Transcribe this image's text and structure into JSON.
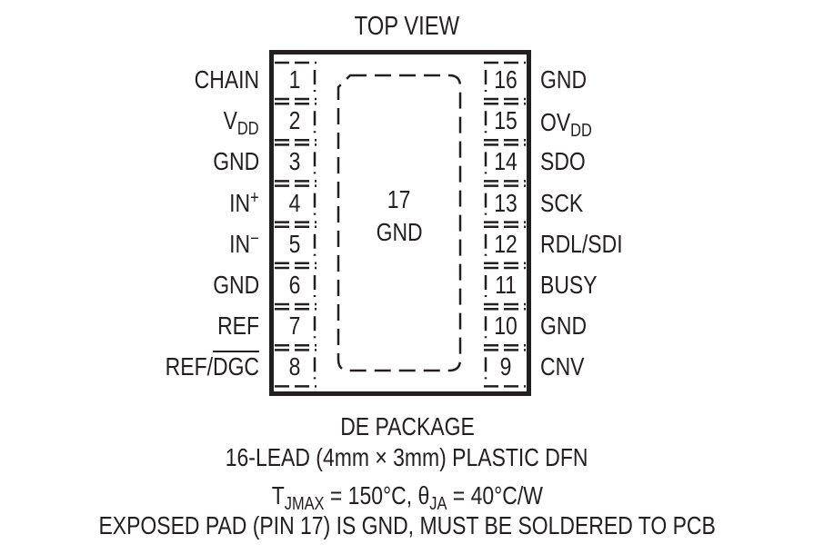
{
  "title": "TOP VIEW",
  "left_pins": [
    {
      "number": "1",
      "name": "CHAIN",
      "sub": "",
      "sup": "",
      "overline": ""
    },
    {
      "number": "2",
      "name": "V",
      "sub": "DD",
      "sup": "",
      "overline": ""
    },
    {
      "number": "3",
      "name": "GND",
      "sub": "",
      "sup": "",
      "overline": ""
    },
    {
      "number": "4",
      "name": "IN",
      "sub": "",
      "sup": "+",
      "overline": ""
    },
    {
      "number": "5",
      "name": "IN",
      "sub": "",
      "sup": "−",
      "overline": ""
    },
    {
      "number": "6",
      "name": "GND",
      "sub": "",
      "sup": "",
      "overline": ""
    },
    {
      "number": "7",
      "name": "REF",
      "sub": "",
      "sup": "",
      "overline": ""
    },
    {
      "number": "8",
      "name": "REF/",
      "sub": "",
      "sup": "",
      "overline": "DGC"
    }
  ],
  "right_pins": [
    {
      "number": "16",
      "name": "GND",
      "sub": ""
    },
    {
      "number": "15",
      "name": "OV",
      "sub": "DD"
    },
    {
      "number": "14",
      "name": "SDO",
      "sub": ""
    },
    {
      "number": "13",
      "name": "SCK",
      "sub": ""
    },
    {
      "number": "12",
      "name": "RDL/SDI",
      "sub": ""
    },
    {
      "number": "11",
      "name": "BUSY",
      "sub": ""
    },
    {
      "number": "10",
      "name": "GND",
      "sub": ""
    },
    {
      "number": "9",
      "name": "CNV",
      "sub": ""
    }
  ],
  "exposed_pad": {
    "number": "17",
    "name": "GND"
  },
  "caption": {
    "package": "DE PACKAGE",
    "lead": "16-LEAD (4mm × 3mm) PLASTIC DFN",
    "thermal": {
      "tj_symbol": "T",
      "tj_sub": "JMAX",
      "tj_value": " = 150°C, ",
      "theta_symbol": "θ",
      "theta_sub": "JA",
      "theta_value": " = 40°C/W"
    },
    "note": "EXPOSED PAD (PIN 17) IS GND, MUST BE SOLDERED TO PCB"
  },
  "colors": {
    "ink": "#231f20",
    "background": "#ffffff"
  }
}
